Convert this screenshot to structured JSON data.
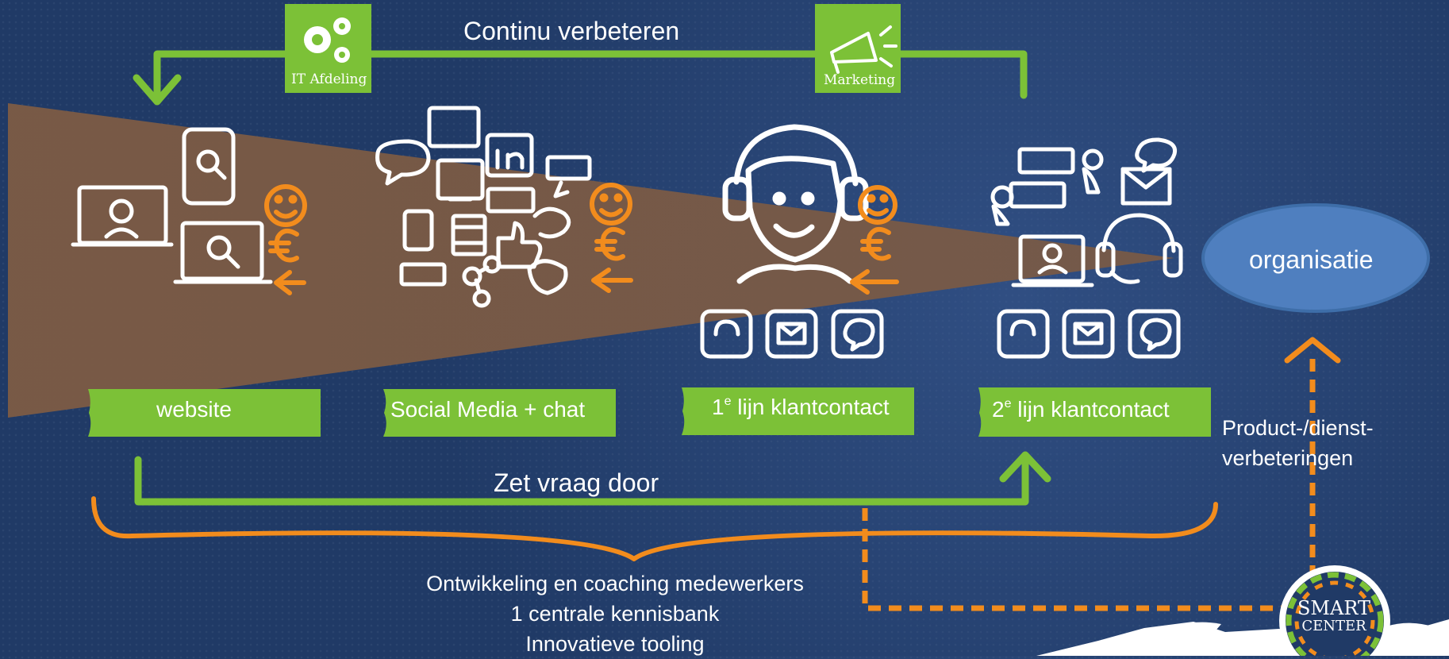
{
  "diagram": {
    "top_loop_label": "Continu verbeteren",
    "bottom_loop_label": "Zet vraag door",
    "badges": [
      {
        "label": "IT Afdeling",
        "icon": "gears-icon"
      },
      {
        "label": "Marketing",
        "icon": "megaphone-icon"
      }
    ],
    "channels": [
      {
        "label": "website"
      },
      {
        "label": "Social Media + chat"
      },
      {
        "label_prefix": "1",
        "label_sup": "e",
        "label_suffix": " lijn klantcontact"
      },
      {
        "label_prefix": "2",
        "label_sup": "e",
        "label_suffix": " lijn klantcontact"
      }
    ],
    "organisation_label": "organisatie",
    "improvement_label": "Product-/dienst-verbeteringen",
    "bottom_notes": [
      "Ontwikkeling en coaching medewerkers",
      "1 centrale kennisbank",
      "Innovatieve tooling"
    ],
    "logo": {
      "line1": "SMART",
      "line2": "CENTER"
    }
  },
  "colors": {
    "background": "#203a66",
    "green": "#7cc137",
    "orange": "#f28c1d",
    "funnel": "#7a5a45",
    "organisation": "#4f7fbf",
    "white": "#ffffff"
  },
  "icons": {
    "website_icons": [
      "video-call-icon",
      "smartphone-search-icon",
      "laptop-search-icon",
      "smiley-icon",
      "euro-icon",
      "arrow-icon"
    ],
    "social_icons": [
      "social-media-sign-icon",
      "linkedin-icon",
      "chat-bubble-icon",
      "share-icon",
      "follow-icon",
      "like-icon",
      "thumbs-up-icon",
      "bird-icon",
      "smiley-icon",
      "euro-icon",
      "arrow-icon"
    ],
    "first_line_icons": [
      "agent-headset-icon",
      "smiley-icon",
      "euro-icon",
      "arrow-icon",
      "phone-icon",
      "mail-icon",
      "chat-icon"
    ],
    "second_line_icons": [
      "chat-people-icon",
      "envelope-chat-icon",
      "laptop-video-icon",
      "headset-icon",
      "phone-icon",
      "mail-icon",
      "chat-icon"
    ]
  }
}
